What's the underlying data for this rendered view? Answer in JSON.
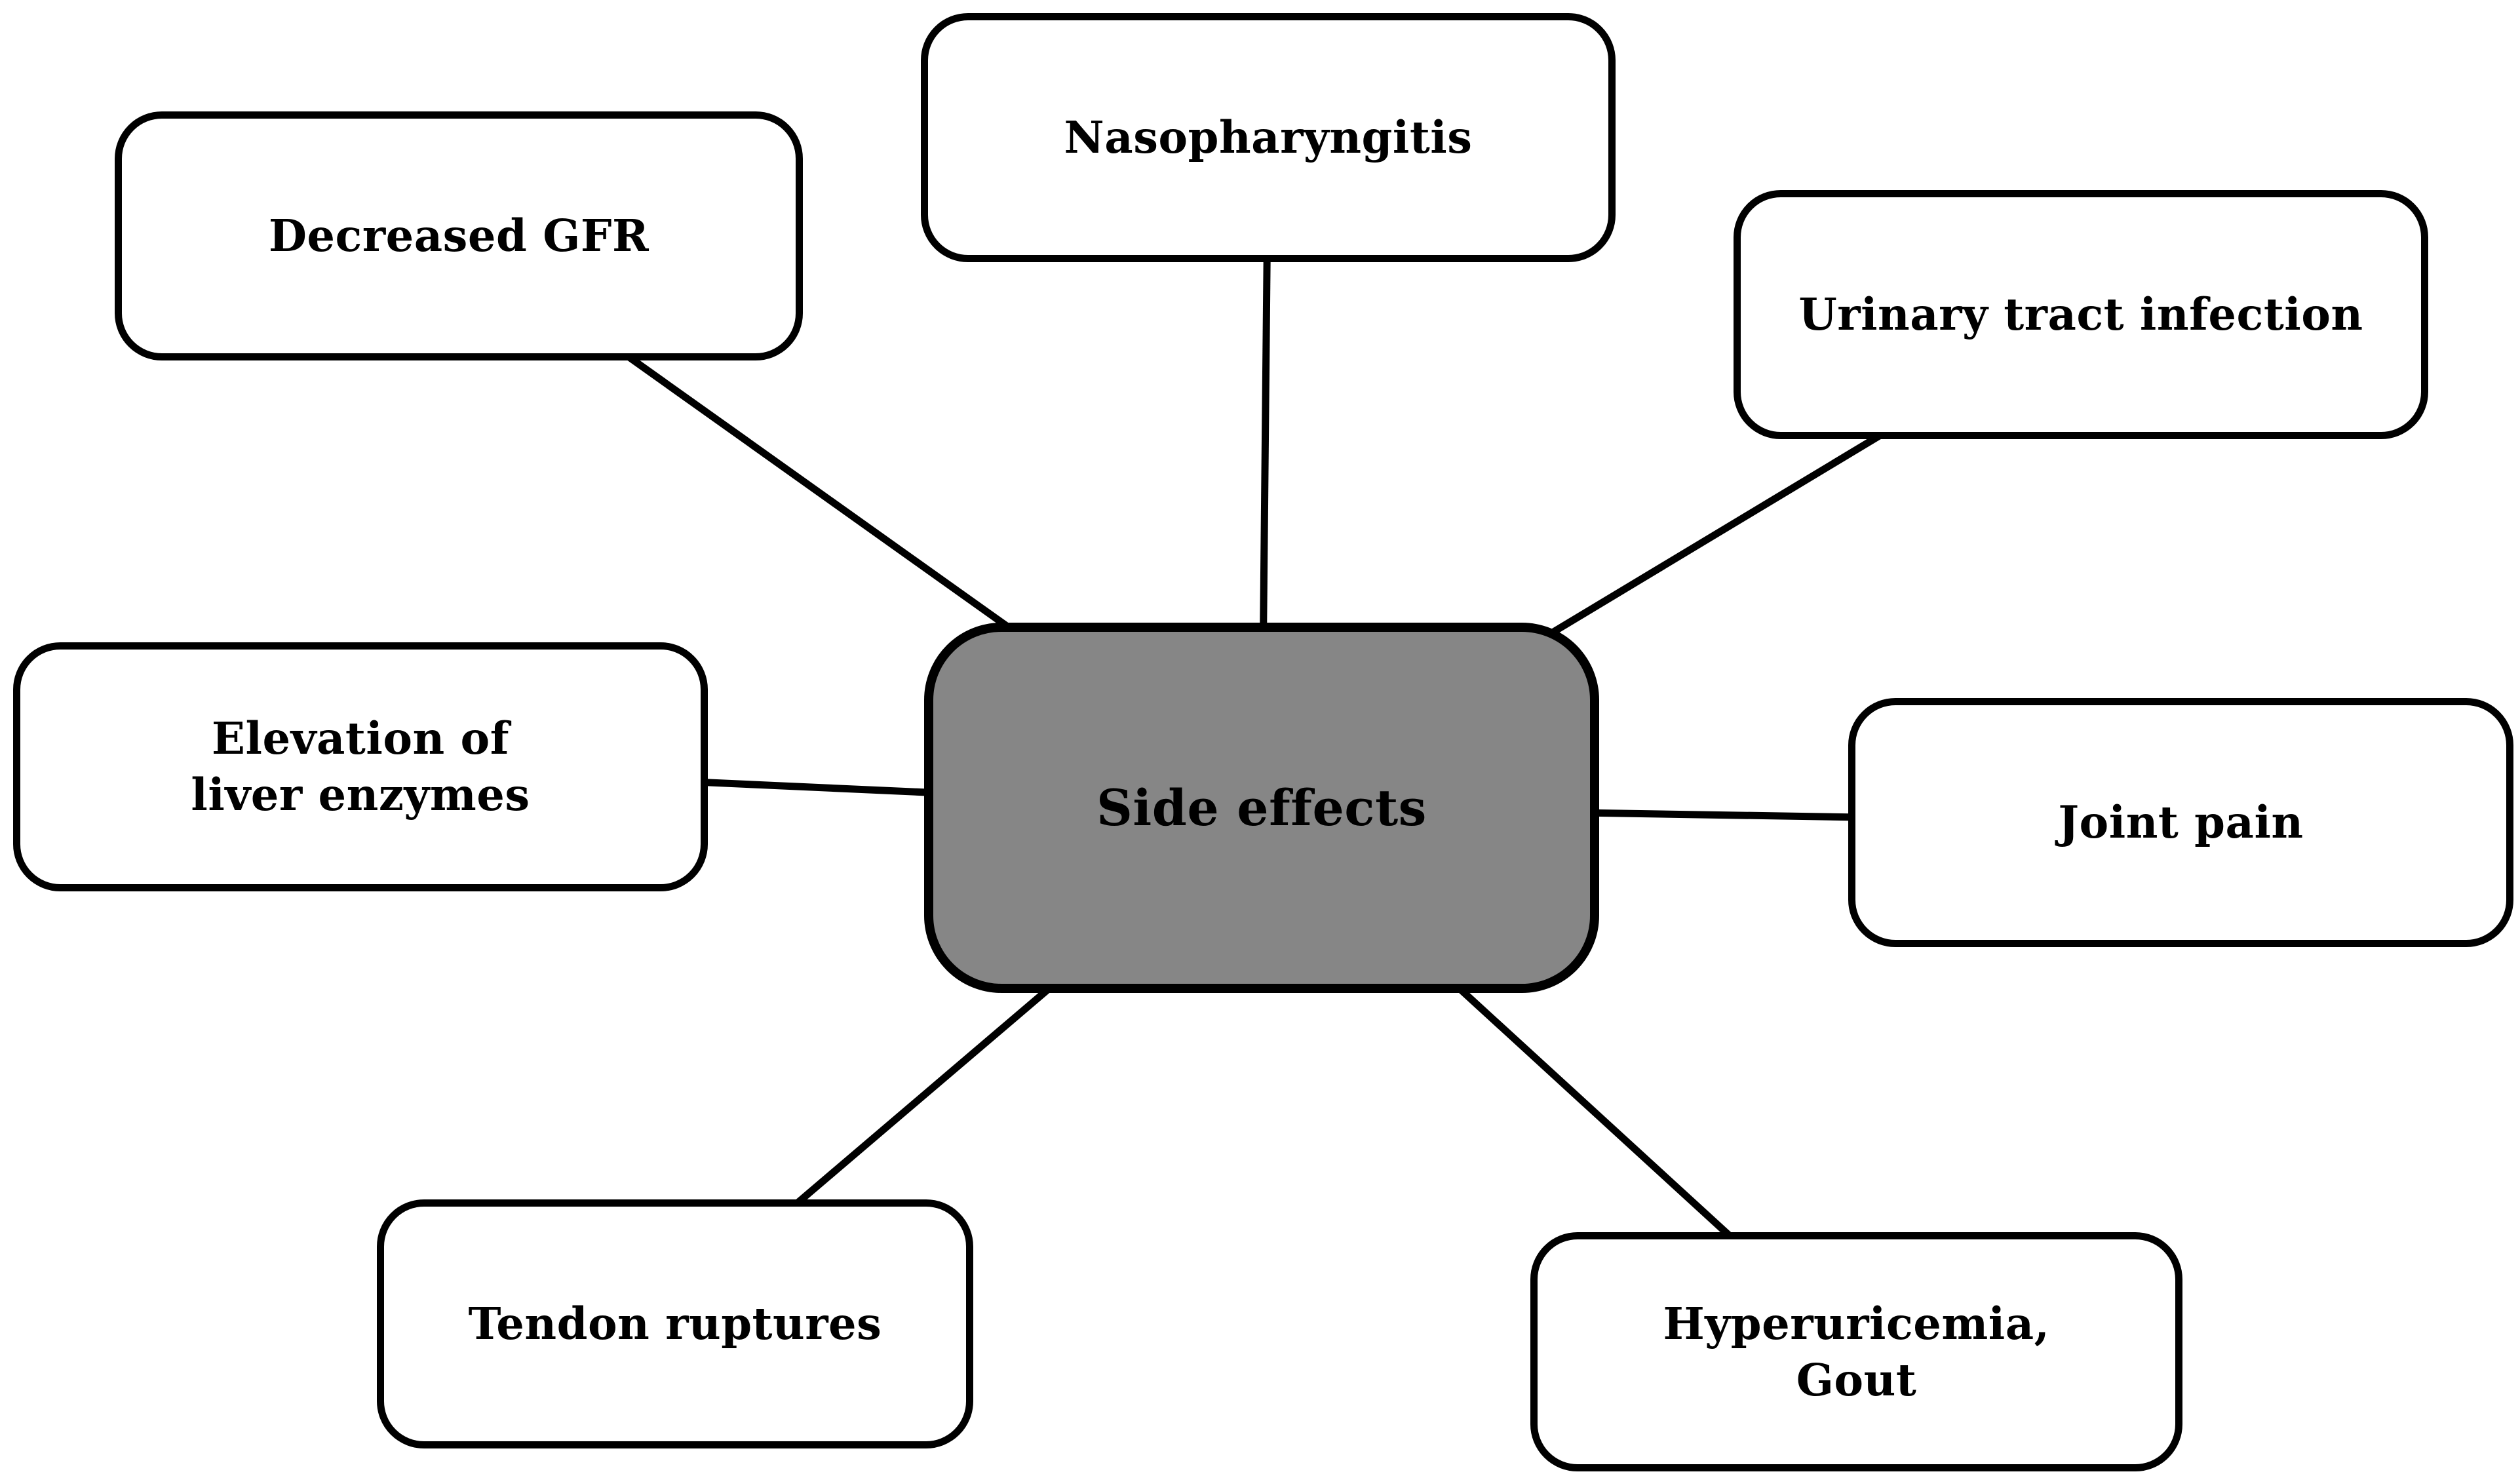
{
  "diagram": {
    "background_color": "#ffffff",
    "connector_color": "#000000",
    "center": {
      "id": "side-effects",
      "label": "Side effects",
      "fill_color": "#868686",
      "text_color": "#000000"
    },
    "nodes": [
      {
        "id": "decreased-gfr",
        "label": "Decreased GFR",
        "fill_color": "#ffffff"
      },
      {
        "id": "nasopharyngitis",
        "label": "Nasopharyngitis",
        "fill_color": "#ffffff"
      },
      {
        "id": "urinary-tract-infection",
        "label": "Urinary tract infection",
        "fill_color": "#ffffff"
      },
      {
        "id": "elevation-liver-enzymes",
        "label": "Elevation of\nliver enzymes",
        "fill_color": "#ffffff"
      },
      {
        "id": "joint-pain",
        "label": "Joint pain",
        "fill_color": "#ffffff"
      },
      {
        "id": "tendon-ruptures",
        "label": "Tendon ruptures",
        "fill_color": "#ffffff"
      },
      {
        "id": "hyperuricemia-gout",
        "label": "Hyperuricemia,\nGout",
        "fill_color": "#ffffff"
      }
    ]
  }
}
